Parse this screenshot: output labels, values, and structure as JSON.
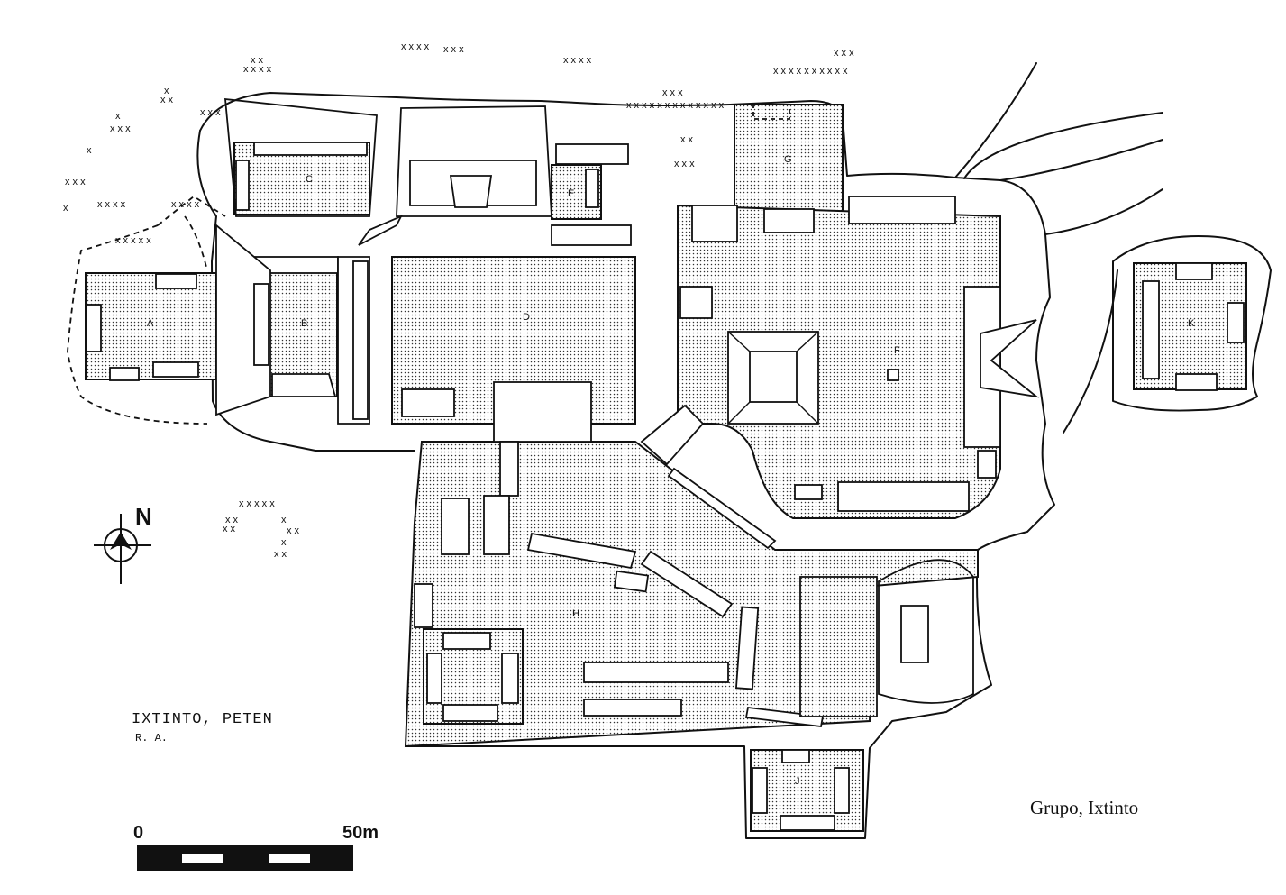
{
  "map": {
    "site_name": "IXTINTO, PETEN",
    "credit": "R. A.",
    "caption": "Grupo, Ixtinto",
    "north_label": "N",
    "scale": {
      "start": "0",
      "end": "50m"
    },
    "plaza_labels": {
      "A": "A",
      "B": "B",
      "C": "C",
      "D": "D",
      "E": "E",
      "F": "F",
      "G": "G",
      "H": "H",
      "I": "I",
      "J": "J",
      "K": "K"
    },
    "colors": {
      "ink": "#111111",
      "paper": "#ffffff"
    }
  }
}
